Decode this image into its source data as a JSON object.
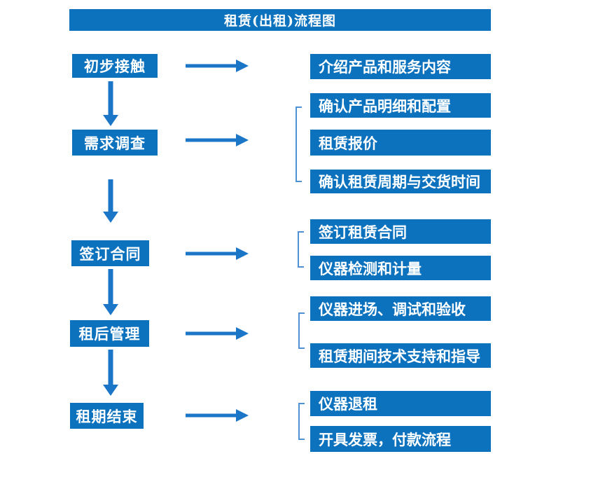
{
  "title": "租赁(出租)流程图",
  "colors": {
    "box_blue": "#0d72be",
    "arrow_blue": "#1b76c8",
    "bracket_blue": "#4e91d5",
    "text_white": "#ffffff",
    "background": "#ffffff"
  },
  "steps": [
    {
      "label": "初步接触",
      "details": [
        "介绍产品和服务内容"
      ]
    },
    {
      "label": "需求调查",
      "details": [
        "确认产品明细和配置",
        "租赁报价",
        "确认租赁周期与交货时间"
      ]
    },
    {
      "label": "签订合同",
      "details": [
        "签订租赁合同",
        "仪器检测和计量"
      ]
    },
    {
      "label": "租后管理",
      "details": [
        "仪器进场、调试和验收",
        "租赁期间技术支持和指导"
      ]
    },
    {
      "label": "租期结束",
      "details": [
        "仪器退租",
        "开具发票，付款流程"
      ]
    }
  ]
}
